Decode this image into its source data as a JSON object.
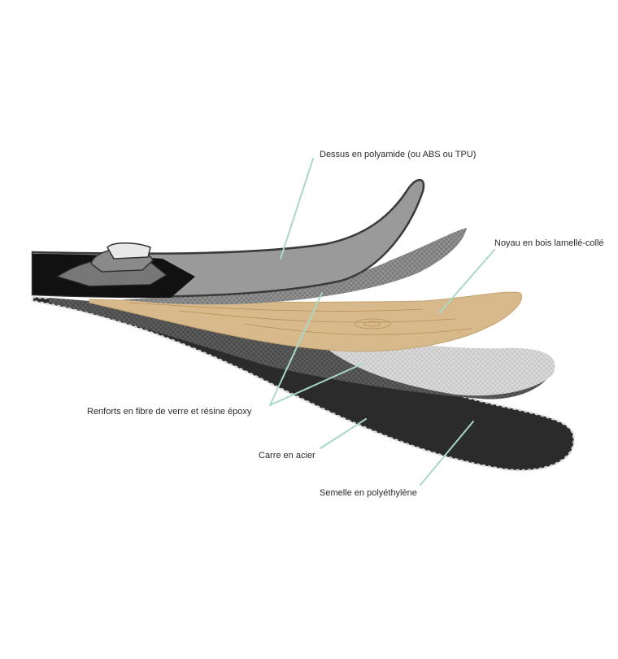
{
  "labels": {
    "top_sheet": "Dessus en polyamide (ou ABS ou TPU)",
    "core": "Noyau en bois lamellé-collé",
    "reinforcements": "Renforts en fibre de verre et résine époxy",
    "edge": "Carre en acier",
    "base": "Semelle en polyéthylène"
  },
  "colors": {
    "leader": "#a9d8c8",
    "top_sheet": "#9a9a9a",
    "core": "#d7b98b",
    "base": "#2b2b2b",
    "fiberglass": "#6f6f6f"
  }
}
